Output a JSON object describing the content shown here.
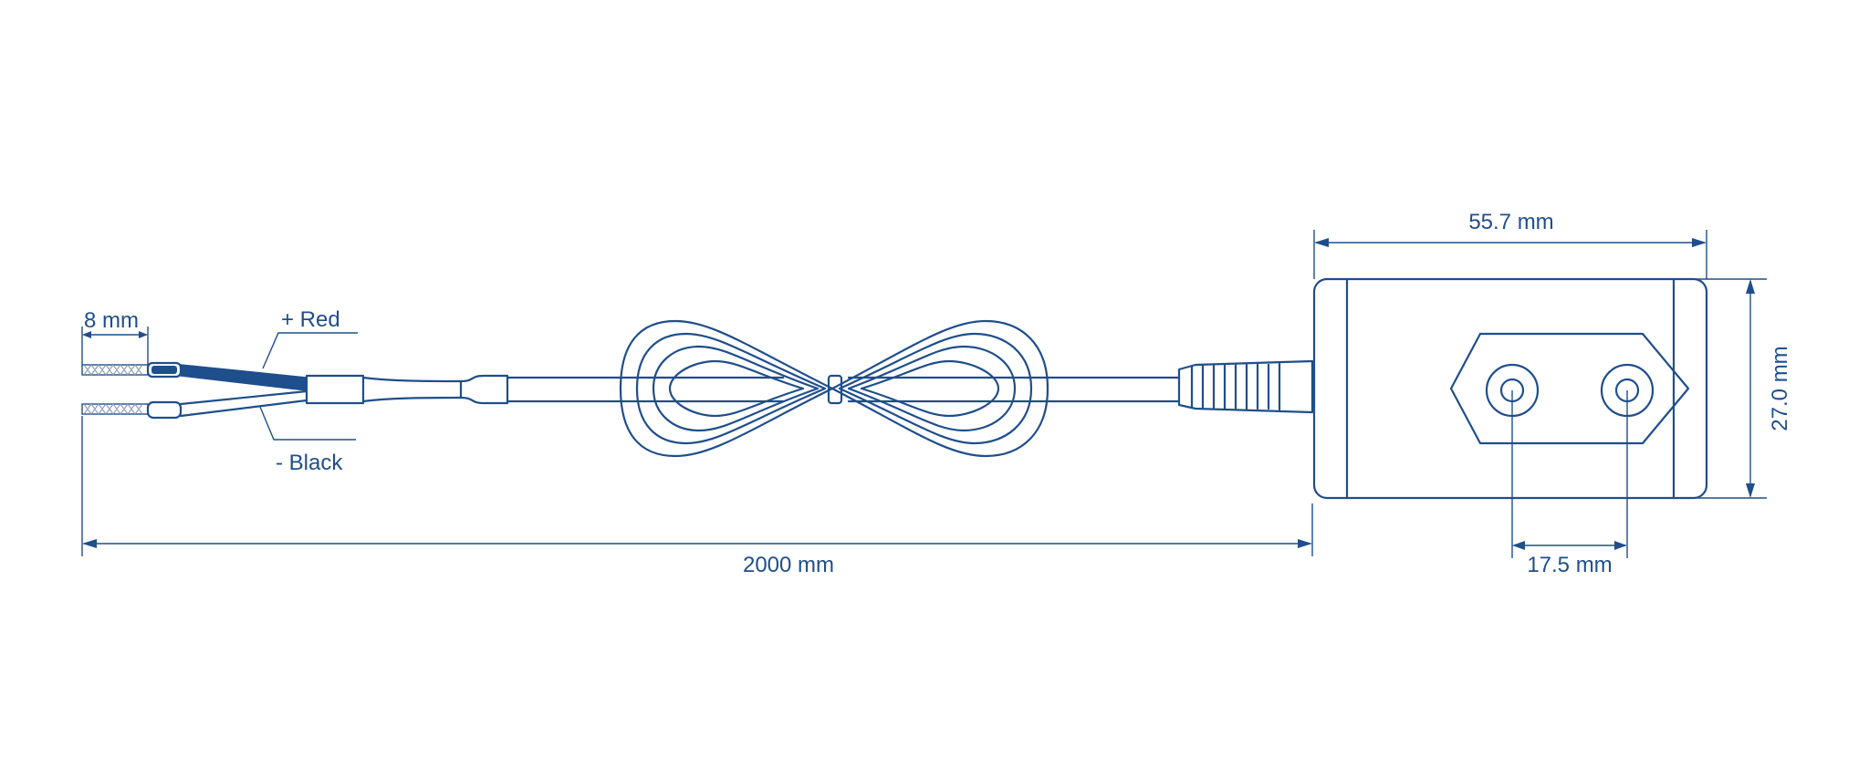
{
  "labels": {
    "strip_length": "8 mm",
    "positive_wire": "+ Red",
    "negative_wire": "- Black",
    "cable_length": "2000 mm",
    "adapter_width": "55.7 mm",
    "adapter_height": "27.0 mm",
    "pin_spacing": "17.5 mm"
  },
  "colors": {
    "line": "#1f4e8c",
    "red_wire_fill": "#1f4e8c",
    "background": "#ffffff"
  }
}
